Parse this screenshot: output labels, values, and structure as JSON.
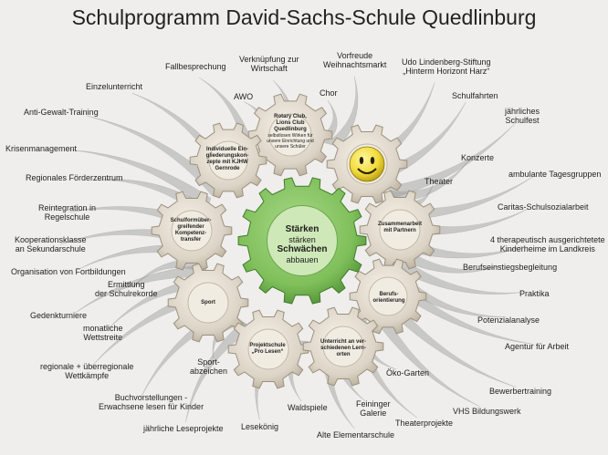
{
  "title": "Schulprogramm David-Sachs-Schule Quedlinburg",
  "outer_labels": [
    "Fallbesprechung",
    "Verknüpfung zur\nWirtschaft",
    "Vorfreude\nWeihnachtsmarkt",
    "Udo Lindenberg-Stiftung\n„Hinterm Horizont Harz“",
    "Einzelunterricht",
    "AWO",
    "Chor",
    "Schulfahrten",
    "Anti-Gewalt-Training",
    "jährliches\nSchulfest",
    "Krisenmanagement",
    "Konzerte",
    "Regionales Förderzentrum",
    "ambulante Tagesgruppen",
    "Theater",
    "Caritas-Schulsozialarbeit",
    "Reintegration in\nRegelschule",
    "Kooperationsklasse\nan Sekundarschule",
    "4 therapeutisch ausgerichtetete\nKinderheime im Landkreis",
    "Organisation von Fortbildungen",
    "Berufseinstiegsbegleitung",
    "Ermittlung\nder Schulrekorde",
    "Praktika",
    "Gedenkturniere",
    "Potenzialanalyse",
    "monatliche\nWettstreite",
    "Agentur für Arbeit",
    "regionale + überregionale\nWettkämpfe",
    "Sport-\nabzeichen",
    "Öko-Garten",
    "Bewerbertraining",
    "Buchvorstellungen -\nErwachsene lesen für Kinder",
    "Waldspiele",
    "Feininger\nGalerie",
    "VHS Bildungswerk",
    "jährliche Leseprojekte",
    "Lesekönig",
    "Alte Elementarschule",
    "Theaterprojekte"
  ],
  "center": {
    "line1": "Stärken",
    "line2": "stärken",
    "line3": "Schwächen",
    "line4": "abbauen"
  },
  "gears": {
    "rotary": "Rotary Club,\nLions Club\nQuedlinburg",
    "rotary_sub": "selbstlosen Wirken für\nunsere Einrichtung und\nunsere Schüler",
    "individuelle": "Individuelle Ein-\ngliederungskon-\nzepte mit KJHW\nGernrode",
    "smiley": "smiley-face",
    "schulform": "Schulformüber-\ngreifender\nKompetenz-\ntransfer",
    "zusammen": "Zusammenarbeit\nmit Partnern",
    "sport": "Sport",
    "beruf": "Berufs-\norientierung",
    "projekt": "Projektschule\n„Pro Lesen“",
    "unterricht": "Unterricht an ver-\nschiedenen Lern-\norten"
  },
  "colors": {
    "background": "#efeeec",
    "center_gear": "#7fbf5a",
    "center_gear_inner": "#cfe8b8",
    "outer_gear": "#dcd4c6",
    "outer_gear_inner": "#f1ece2",
    "smiley": "#f1dc3c",
    "fan": "#9a9a9a"
  }
}
